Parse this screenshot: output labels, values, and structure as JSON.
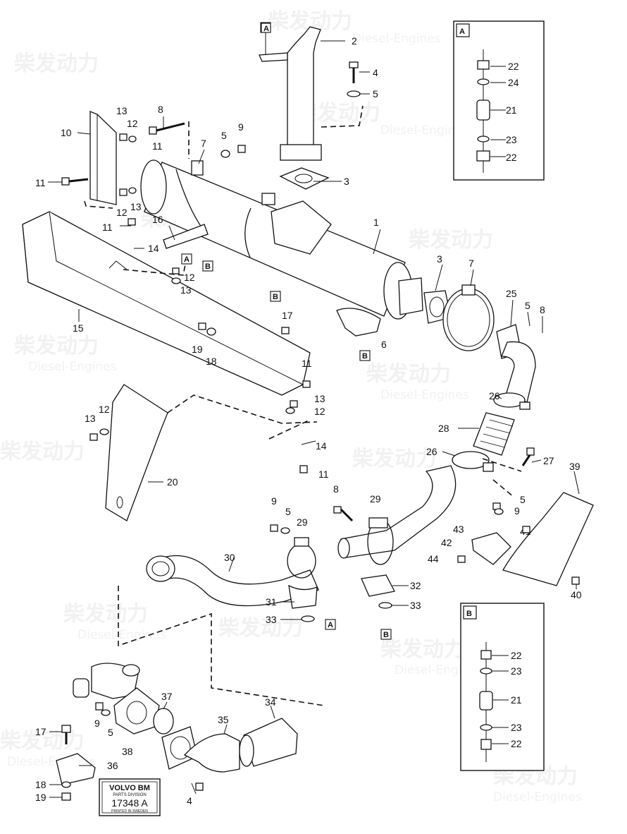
{
  "watermark": {
    "cn": "柴发动力",
    "en": "Diesel-Engines"
  },
  "plate": {
    "brand": "VOLVO BM",
    "division": "PARTS DIVISION",
    "number": "17348 A",
    "footer": "PRINTED IN SWEDEN"
  },
  "detail_a": {
    "letter": "A",
    "labels": [
      "22",
      "24",
      "21",
      "23",
      "22"
    ]
  },
  "detail_b": {
    "letter": "B",
    "labels": [
      "22",
      "23",
      "21",
      "23",
      "22"
    ]
  },
  "ref_boxes": [
    "A",
    "A",
    "B",
    "B",
    "B",
    "A",
    "B"
  ],
  "callouts": [
    "2",
    "4",
    "5",
    "8",
    "13",
    "12",
    "10",
    "11",
    "7",
    "5",
    "9",
    "3",
    "11",
    "12",
    "13",
    "16",
    "11",
    "1",
    "14",
    "A",
    "B",
    "12",
    "13",
    "B",
    "3",
    "7",
    "25",
    "5",
    "8",
    "17",
    "6",
    "B",
    "19",
    "18",
    "15",
    "11",
    "13",
    "12",
    "26",
    "28",
    "14",
    "12",
    "13",
    "11",
    "20",
    "26",
    "27",
    "39",
    "8",
    "29",
    "9",
    "5",
    "29",
    "5",
    "9",
    "43",
    "41",
    "42",
    "44",
    "40",
    "30",
    "32",
    "33",
    "31",
    "33",
    "B",
    "37",
    "34",
    "35",
    "9",
    "5",
    "17",
    "38",
    "36",
    "18",
    "19",
    "4"
  ]
}
